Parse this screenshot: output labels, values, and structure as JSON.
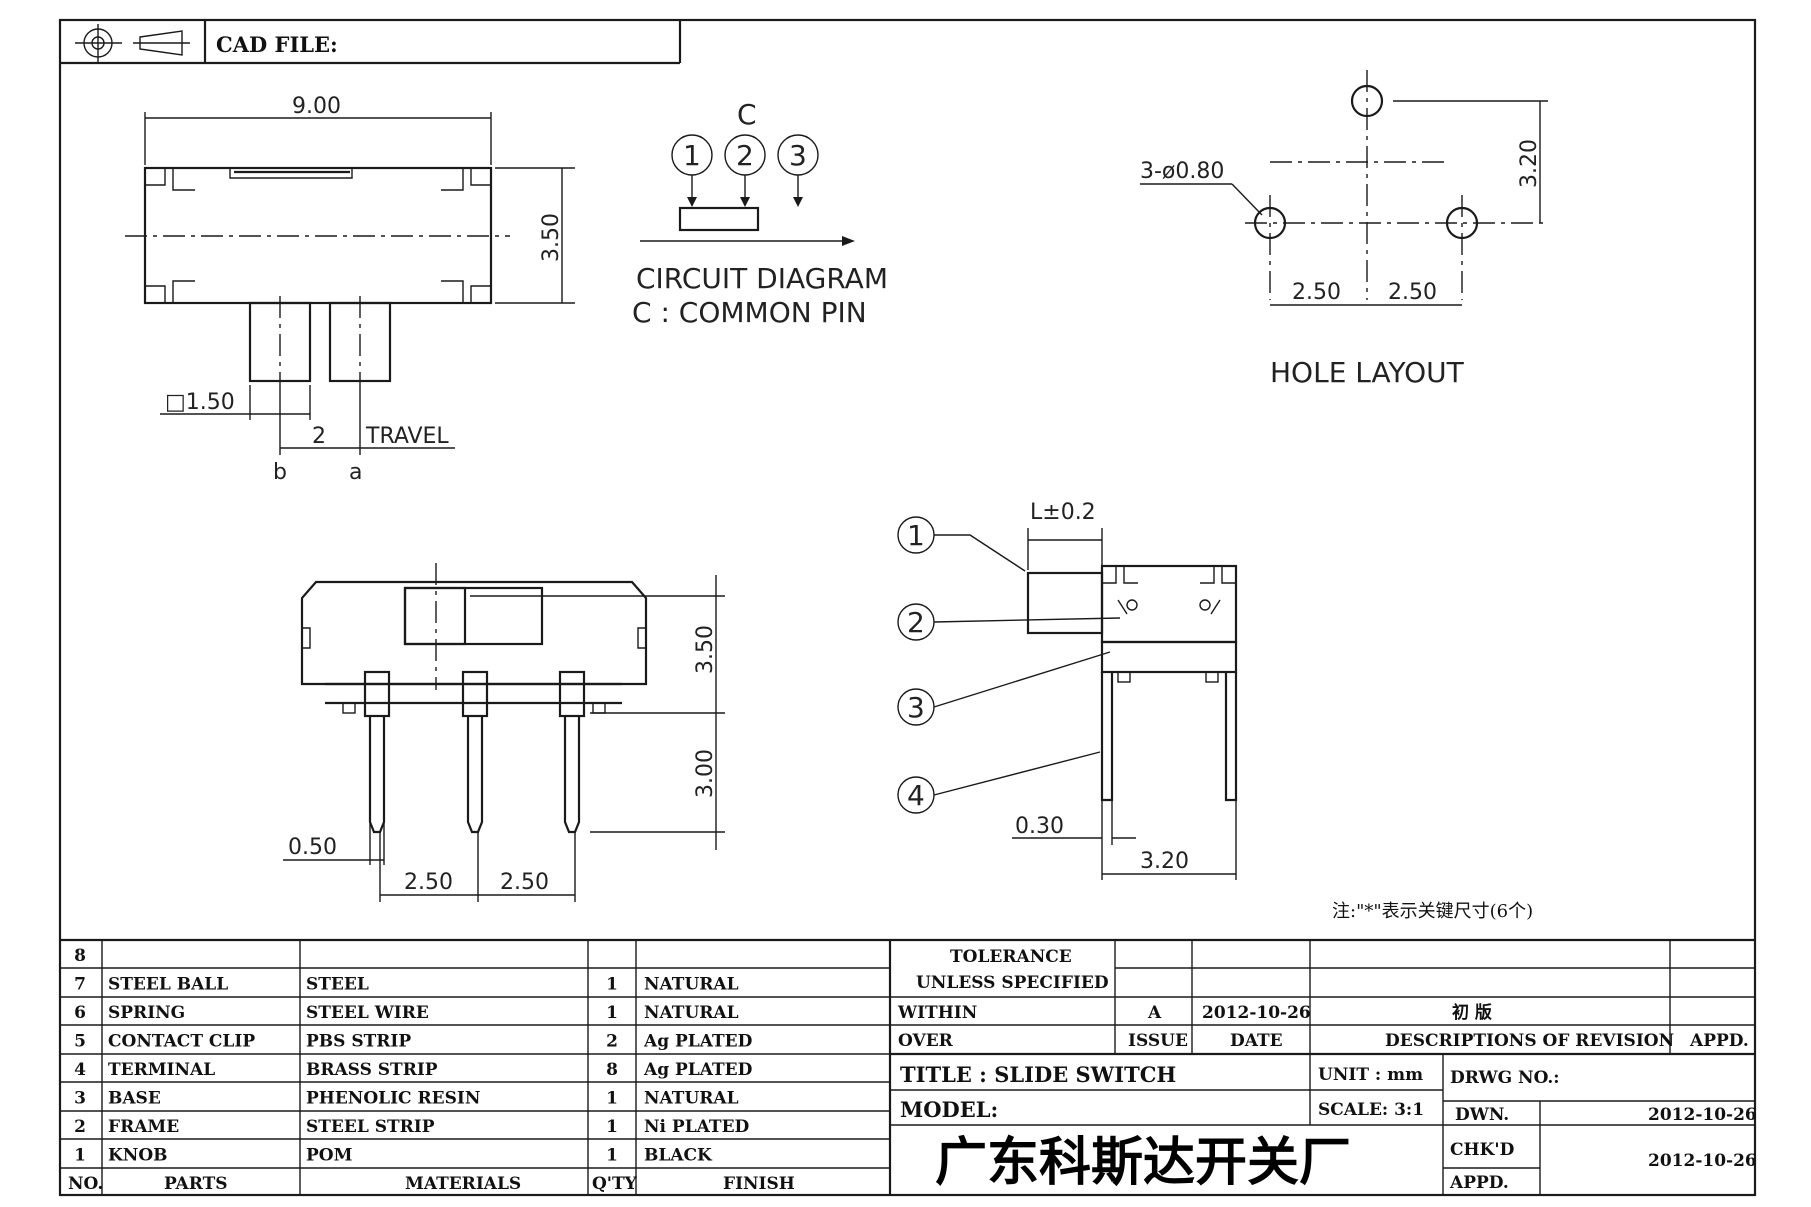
{
  "header": {
    "cad_file_label": "CAD FILE:"
  },
  "top_view": {
    "width_dim": "9.00",
    "height_dim": "3.50",
    "knob_dim": "□1.50",
    "travel_dim": "2",
    "travel_label": "TRAVEL",
    "pos_b": "b",
    "pos_a": "a"
  },
  "circuit": {
    "common_label": "C",
    "pins": [
      "1",
      "2",
      "3"
    ],
    "title": "CIRCUIT  DIAGRAM",
    "subtitle": "C : COMMON  PIN"
  },
  "hole_layout": {
    "hole_dim": "3-ø0.80",
    "height_dim": "3.20",
    "pitch_left": "2.50",
    "pitch_right": "2.50",
    "title": "HOLE  LAYOUT"
  },
  "front_view": {
    "height_dim": "3.50",
    "pin_length_dim": "3.00",
    "pin_width_dim": "0.50",
    "pitch_left": "2.50",
    "pitch_right": "2.50"
  },
  "side_view": {
    "knob_length_dim": "L±0.2",
    "callouts": [
      "1",
      "2",
      "3",
      "4"
    ],
    "pin_thickness_dim": "0.30",
    "width_dim": "3.20"
  },
  "note": "注:\"*\"表示关键尺寸(6个)",
  "bom": {
    "headers": {
      "no": "NO.",
      "parts": "PARTS",
      "materials": "MATERIALS",
      "qty": "Q'TY",
      "finish": "FINISH"
    },
    "rows": [
      {
        "no": "8",
        "part": "",
        "material": "",
        "qty": "",
        "finish": ""
      },
      {
        "no": "7",
        "part": "STEEL BALL",
        "material": "STEEL",
        "qty": "1",
        "finish": "NATURAL"
      },
      {
        "no": "6",
        "part": "SPRING",
        "material": "STEEL WIRE",
        "qty": "1",
        "finish": "NATURAL"
      },
      {
        "no": "5",
        "part": "CONTACT CLIP",
        "material": "PBS STRIP",
        "qty": "2",
        "finish": "Ag PLATED"
      },
      {
        "no": "4",
        "part": "TERMINAL",
        "material": "BRASS STRIP",
        "qty": "8",
        "finish": "Ag PLATED"
      },
      {
        "no": "3",
        "part": "BASE",
        "material": "PHENOLIC RESIN",
        "qty": "1",
        "finish": "NATURAL"
      },
      {
        "no": "2",
        "part": "FRAME",
        "material": "STEEL STRIP",
        "qty": "1",
        "finish": "Ni PLATED"
      },
      {
        "no": "1",
        "part": "KNOB",
        "material": "POM",
        "qty": "1",
        "finish": "BLACK"
      }
    ]
  },
  "tolerance": {
    "line1": "TOLERANCE",
    "line2": "UNLESS  SPECIFIED",
    "within": "WITHIN",
    "over": "OVER"
  },
  "revision": {
    "issue_value": "A",
    "date_value": "2012-10-26",
    "description_value": "初   版",
    "issue_label": "ISSUE",
    "date_label": "DATE",
    "description_label": "DESCRIPTIONS OF REVISION",
    "appd_label": "APPD."
  },
  "title_block": {
    "title": "TITLE : SLIDE SWITCH",
    "model": "MODEL:",
    "unit": "UNIT :  mm",
    "scale": "SCALE:  3:1",
    "drwg_no": "DRWG NO.:",
    "dwn_label": "DWN.",
    "dwn_date": "2012-10-26",
    "chkd_label": "CHK'D",
    "appd_label": "APPD.",
    "chkd_date": "2012-10-26",
    "company": "广东科斯达开关厂"
  }
}
